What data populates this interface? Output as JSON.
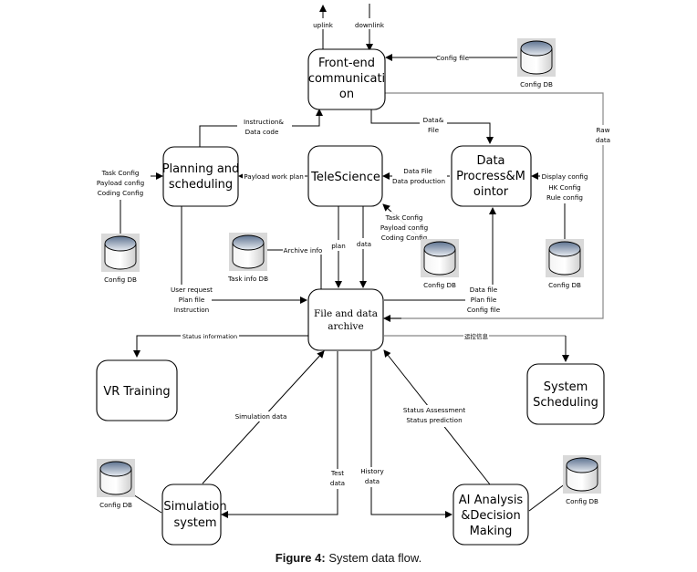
{
  "figure": {
    "caption_label": "Figure 4:",
    "caption_text": " System data flow."
  },
  "nodes": {
    "front_end": [
      "Front-end",
      "communicati",
      "on"
    ],
    "planning": [
      "Planning and",
      "scheduling"
    ],
    "telescience": [
      "TeleScience"
    ],
    "data_process": [
      "Data",
      "Procress&M",
      "ointor"
    ],
    "archive": [
      "File and data",
      "archive"
    ],
    "vr_training": [
      "VR Training"
    ],
    "system_scheduling": [
      "System",
      "Scheduling"
    ],
    "simulation": [
      "Simulation",
      "system"
    ],
    "ai_analysis": [
      "AI Analysis",
      "&Decision",
      "Making"
    ]
  },
  "databases": {
    "config_db_top": "Config DB",
    "config_db_left": "Config DB",
    "task_info_db": "Task info DB",
    "config_db_mid": "Config DB",
    "config_db_right": "Config DB",
    "config_db_sim": "Config DB",
    "config_db_ai": "Config DB"
  },
  "edges": {
    "uplink": [
      "uplink"
    ],
    "downlink": [
      "downlink"
    ],
    "config_file": [
      "Config file"
    ],
    "instruction": [
      "Instruction&",
      "Data code"
    ],
    "data_file_top": [
      "Data&",
      "File"
    ],
    "raw_data": [
      "Raw",
      "data"
    ],
    "planning_inputs": [
      "Task Config",
      "Payload config",
      "Coding Config"
    ],
    "payload_work_plan": [
      "Payload work plan"
    ],
    "data_file_prod": [
      "Data File",
      "Data production"
    ],
    "display_config": [
      "Display config",
      "HK Config",
      "Rule config"
    ],
    "tele_config": [
      "Task Config",
      "Payload config",
      "Coding Config"
    ],
    "archive_info": [
      "Archive info"
    ],
    "plan": [
      "plan"
    ],
    "data": [
      "data"
    ],
    "user_request": [
      "User request",
      "Plan file",
      "Instruction"
    ],
    "archive_files": [
      "Data file",
      "Plan file",
      "Config file"
    ],
    "status_information": [
      "Status information"
    ],
    "control_info": [
      "运控信息"
    ],
    "simulation_data": [
      "Simulation data"
    ],
    "status_assessment": [
      "Status Assessment",
      "Status prediction"
    ],
    "test_data": [
      "Test",
      "data"
    ],
    "history_data": [
      "History",
      "data"
    ]
  }
}
